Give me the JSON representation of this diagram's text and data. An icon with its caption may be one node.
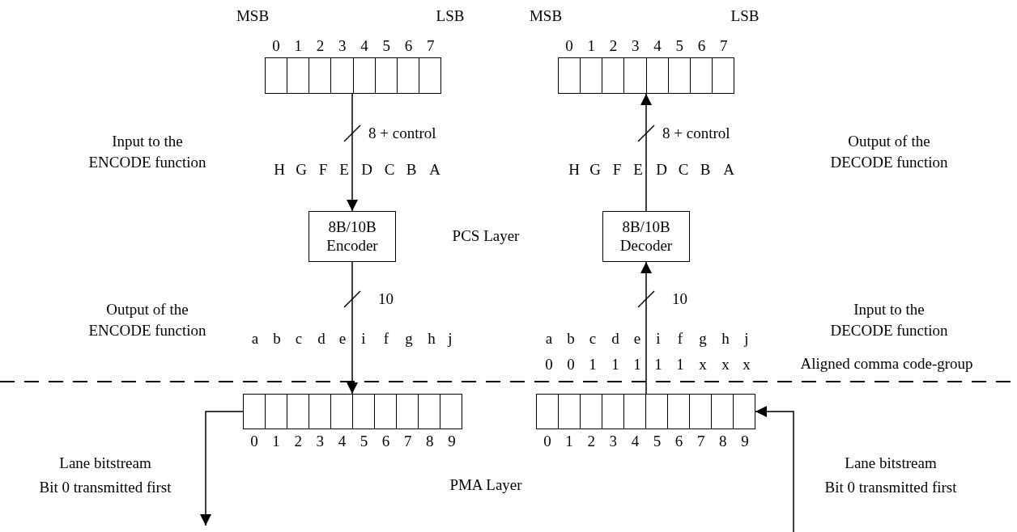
{
  "diagram": {
    "nodes": [
      {
        "text": [],
        "shape": "box"
      },
      {
        "text": [],
        "shape": "box"
      },
      {
        "text": [
          "8B/10B Encoder"
        ]
      },
      {
        "text": [
          "8B/10B Decoder"
        ]
      },
      {
        "text": [],
        "shape": "box"
      },
      {
        "text": [],
        "shape": "box"
      }
    ],
    "edges": [
      {
        "from": 0,
        "to": 2,
        "arrow": "to",
        "label": "8 + control"
      },
      {
        "from": 3,
        "to": 1,
        "arrow": "to",
        "label": "8 + control"
      },
      {
        "from": 2,
        "to": 4,
        "arrow": "to",
        "label": "10"
      },
      {
        "from": 5,
        "to": 3,
        "arrow": "to",
        "label": "10"
      },
      {
        "from": 4,
        "to": null,
        "arrow": "to"
      },
      {
        "from": null,
        "to": 5,
        "arrow": "to"
      }
    ],
    "labels": [
      "MSB",
      "LSB",
      "MSB",
      "LSB",
      "0",
      "1",
      "2",
      "3",
      "4",
      "5",
      "6",
      "7",
      "0",
      "1",
      "2",
      "3",
      "4",
      "5",
      "6",
      "7",
      "Input to the ENCODE function",
      "Output of the DECODE function",
      "H",
      "G",
      "F",
      "E",
      "D",
      "C",
      "B",
      "A",
      "H",
      "G",
      "F",
      "E",
      "D",
      "C",
      "B",
      "A",
      "PCS Layer",
      "Output of the ENCODE function",
      "a",
      "b",
      "c",
      "d",
      "e",
      "i",
      "f",
      "g",
      "h",
      "j",
      "a",
      "b",
      "c",
      "d",
      "e",
      "i",
      "f",
      "g",
      "h",
      "j",
      "Input to the DECODE function",
      "0",
      "0",
      "1",
      "1",
      "1",
      "1",
      "1",
      "x",
      "x",
      "x",
      "Aligned comma code-group",
      "0",
      "1",
      "2",
      "3",
      "4",
      "5",
      "6",
      "7",
      "8",
      "9",
      "0",
      "1",
      "2",
      "3",
      "4",
      "5",
      "6",
      "7",
      "8",
      "9",
      "Lane bitstream",
      "Bit 0 transmitted first",
      "PMA Layer",
      "Lane bitstream",
      "Bit 0 transmitted first"
    ]
  }
}
